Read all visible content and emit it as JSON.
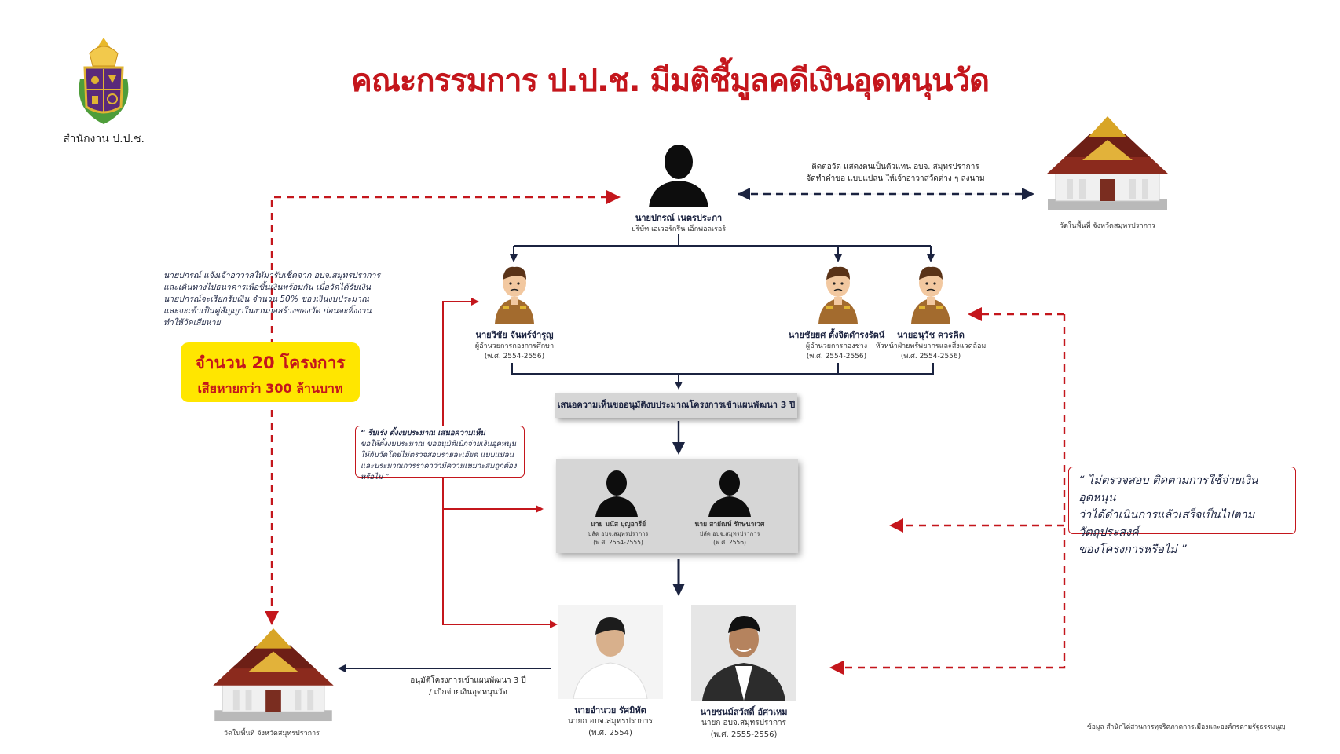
{
  "title": "คณะกรรมการ ป.ป.ช. มีมติชี้มูลคดีเงินอุดหนุนวัด",
  "logo_label": "สำนักงาน ป.ป.ช.",
  "top_person": {
    "name": "นายปกรณ์ เนตรประภา",
    "company": "บริษัท เอเวอร์กรีน เอ็กพอลเรอร์"
  },
  "top_note": {
    "line1": "ติดต่อวัด แสดงตนเป็นตัวแทน อบจ. สมุทรปราการ",
    "line2": "จัดทำคำขอ แบบแปลน ให้เจ้าอาวาสวัดต่าง ๆ ลงนาม"
  },
  "temple_top_caption": "วัดในพื้นที่ จังหวัดสมุทรปราการ",
  "temple_bottom_caption": "วัดในพื้นที่ จังหวัดสมุทรปราการ",
  "left_note": [
    "นายปกรณ์ แจ้งเจ้าอาวาสให้มารับเช็คจาก อบจ.สมุทรปราการ",
    "และเดินทางไปธนาคารเพื่อขึ้นเงินพร้อมกัน เมื่อวัดได้รับเงิน",
    "นายปกรณ์จะเรียกรับเงิน จำนวน 50% ของเงินงบประมาณ",
    "และจะเข้าเป็นคู่สัญญาในงานก่อสร้างของวัด ก่อนจะทิ้งงาน",
    "ทำให้วัดเสียหาย"
  ],
  "highlight": {
    "line1": "จำนวน 20 โครงการ",
    "line2": "เสียหายกว่า 300 ล้านบาท"
  },
  "officials": [
    {
      "name": "นายวิชัย จันทร์จำรูญ",
      "position": "ผู้อำนวยการกองการศึกษา",
      "period": "(พ.ศ. 2554-2556)"
    },
    {
      "name": "นายชัยยศ ตั้งจิตดำรงรัตน์",
      "position": "ผู้อำนวยการกองช่าง",
      "period": "(พ.ศ. 2554-2556)"
    },
    {
      "name": "นายอนุวัช ควรคิด",
      "position": "หัวหน้าฝ่ายทรัพยากรและสิ่งแวดล้อม",
      "period": "(พ.ศ. 2554-2556)"
    }
  ],
  "propose_text": "เสนอความเห็นขออนุมัติงบประมาณโครงการเข้าแผนพัฒนา 3 ปี",
  "mid_quote": [
    "“ รีบเร่ง ตั้งงบประมาณ เสนอความเห็น",
    "ขอให้ตั้งงบประมาณ ขออนุมัติเบิกจ่ายเงินอุดหนุน",
    "ให้กับวัดโดยไม่ตรวจสอบรายละเอียด แบบแปลน",
    "และประมาณการราคาว่ามีความเหมาะสมถูกต้องหรือไม่ ”"
  ],
  "palads": [
    {
      "name": "นาย มนัส บุญอารีย์",
      "position": "ปลัด อบจ.สมุทรปราการ",
      "period": "(พ.ศ. 2554-2555)"
    },
    {
      "name": "นาย สายัณห์ รักษนาเวศ",
      "position": "ปลัด อบจ.สมุทรปราการ",
      "period": "(พ.ศ. 2556)"
    }
  ],
  "right_quote": [
    "“ ไม่ตรวจสอบ ติดตามการใช้จ่ายเงินอุดหนุน",
    "ว่าได้ดำเนินการแล้วเสร็จเป็นไปตามวัตถุประสงค์",
    "ของโครงการหรือไม่ ”"
  ],
  "approve_text": {
    "line1": "อนุมัติโครงการเข้าแผนพัฒนา 3 ปี",
    "line2": "/ เบิกจ่ายเงินอุดหนุนวัด"
  },
  "chiefs": [
    {
      "name": "นายอำนวย รัศมิทัต",
      "position": "นายก อบจ.สมุทรปราการ",
      "period": "(พ.ศ. 2554)"
    },
    {
      "name": "นายชนม์สวัสดิ์ อัศวเหม",
      "position": "นายก อบจ.สมุทรปราการ",
      "period": "(พ.ศ. 2555-2556)"
    }
  ],
  "source": "ข้อมูล สำนักไต่สวนการทุจริตภาคการเมืองและองค์กรตามรัฐธรรมนูญ",
  "colors": {
    "red": "#c4161c",
    "navy": "#1b2340",
    "yellow": "#ffe600",
    "gray": "#d6d6d6"
  }
}
